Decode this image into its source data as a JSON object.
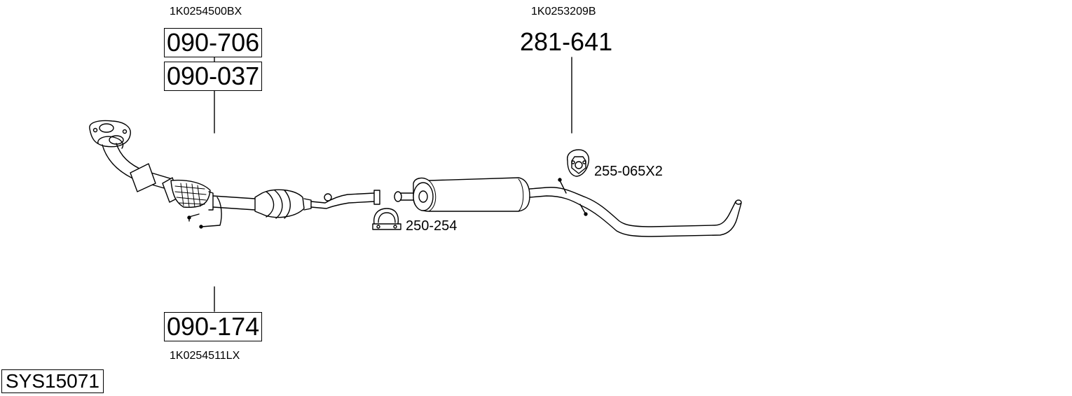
{
  "diagram": {
    "system_code": "SYS15071",
    "parts": {
      "front_pipe_oe": "1K0254500BX",
      "front_pipe_1": "090-706",
      "front_pipe_2": "090-037",
      "cat_part": "090-174",
      "cat_oe": "1K0254511LX",
      "rear_oe": "1K0253209B",
      "rear_part": "281-641",
      "clamp": "250-254",
      "rubber_mount": "255-065X2"
    }
  }
}
